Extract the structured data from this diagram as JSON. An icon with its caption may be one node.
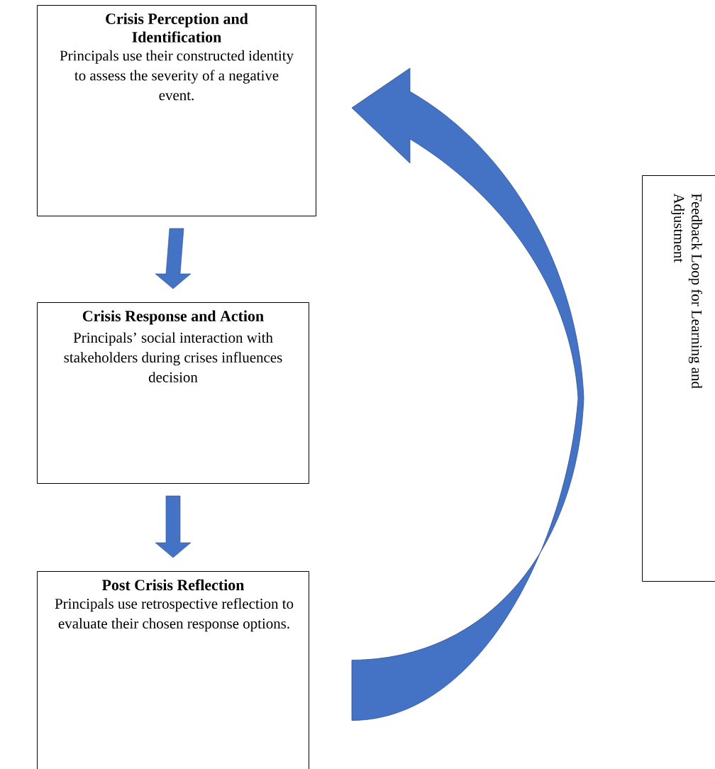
{
  "diagram": {
    "nodes": [
      {
        "text": [
          "Crisis Perception and Identification",
          "Principals use their constructed identity to assess the severity of a negative event."
        ]
      },
      {
        "text": [
          "Crisis Response and Action",
          "Principals’ social interaction with stakeholders during crises influences decision"
        ]
      },
      {
        "text": [
          "Post Crisis Reflection",
          "Principals use retrospective reflection to evaluate their chosen response options."
        ]
      },
      {
        "text": [
          "Feedback Loop for Learning and Adjustment"
        ]
      }
    ],
    "edges": [
      {
        "from": 0,
        "to": 1,
        "arrow": "to"
      },
      {
        "from": 1,
        "to": 2,
        "arrow": "to"
      },
      {
        "from": 2,
        "to": 0,
        "arrow": "to"
      }
    ]
  }
}
